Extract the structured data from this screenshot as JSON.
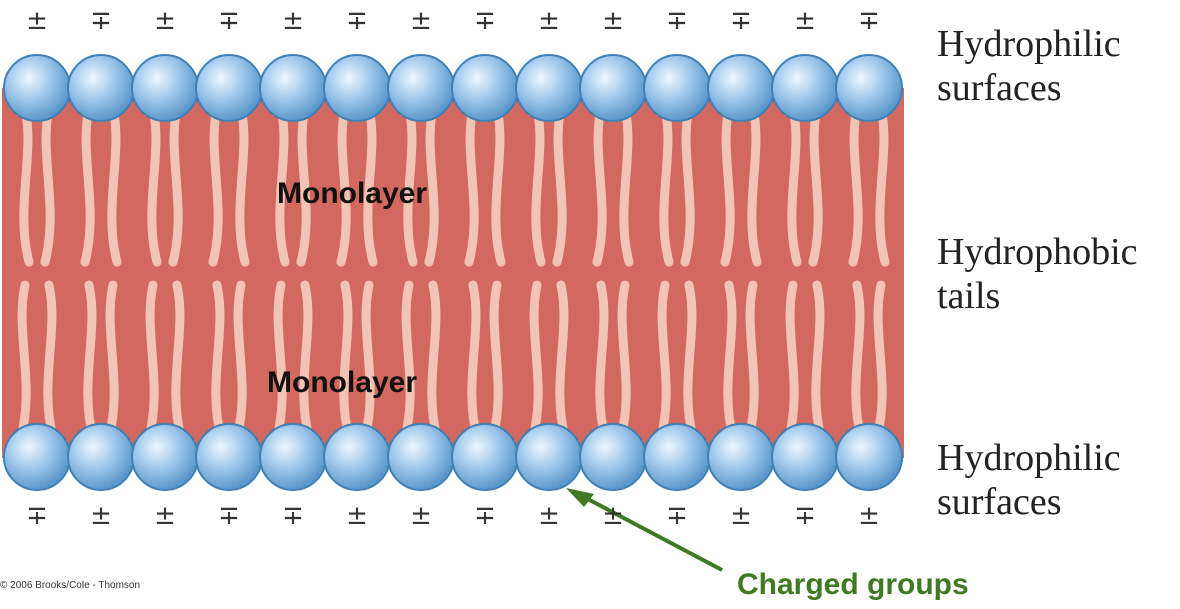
{
  "top_signs": [
    "±",
    "∓",
    "±",
    "∓",
    "±",
    "∓",
    "±",
    "∓",
    "±",
    "±",
    "∓",
    "∓",
    "±",
    "∓"
  ],
  "bottom_signs": [
    "∓",
    "±",
    "±",
    "∓",
    "∓",
    "±",
    "±",
    "∓",
    "±",
    "±",
    "∓",
    "±",
    "∓",
    "±"
  ],
  "labels": {
    "monolayer_top": "Monolayer",
    "monolayer_bottom": "Monolayer",
    "hydrophilic_top": [
      "Hydrophilic",
      "surfaces"
    ],
    "hydrophobic": [
      "Hydrophobic",
      "tails"
    ],
    "hydrophilic_bottom": [
      "Hydrophilic",
      "surfaces"
    ],
    "charged_groups": "Charged groups",
    "copyright": "© 2006 Brooks/Cole - Thomson"
  },
  "colors": {
    "membrane": "#d2685e",
    "tail": "#f2c4b6",
    "head_light": "#d9ecfa",
    "head_mid": "#8fc0e6",
    "head_dark": "#4f8fc6",
    "arrow": "#3f7a22",
    "charged_text": "#3f7a22"
  }
}
